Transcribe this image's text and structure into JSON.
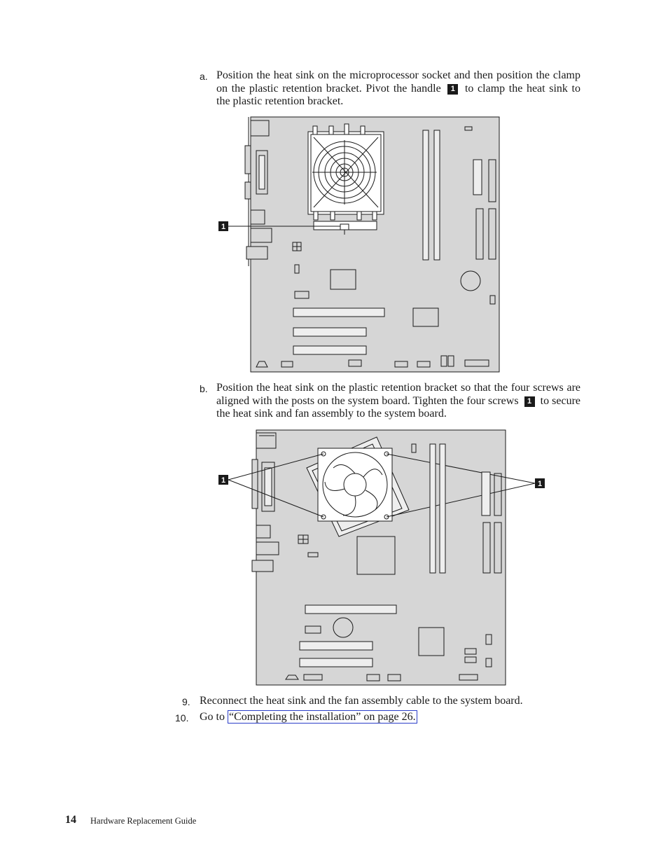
{
  "steps": {
    "a": {
      "marker": "a.",
      "text_before": "Position the heat sink on the microprocessor socket and then position the clamp on the plastic retention bracket. Pivot the handle",
      "callout": "1",
      "text_after": "to clamp the heat sink to the plastic retention bracket."
    },
    "b": {
      "marker": "b.",
      "text_before": "Position the heat sink on the plastic retention bracket so that the four screws are aligned with the posts on the system board. Tighten the four screws",
      "callout": "1",
      "text_after": "to secure the heat sink and fan assembly to the system board."
    },
    "step9": {
      "marker": "9.",
      "text": "Reconnect the heat sink and the fan assembly cable to the system board."
    },
    "step10": {
      "marker": "10.",
      "text_before": "Go to",
      "link": "“Completing the installation” on page 26."
    }
  },
  "figures": {
    "figure1": {
      "callout": "1"
    },
    "figure2": {
      "callout_left": "1",
      "callout_right": "1"
    }
  },
  "footer": {
    "page_number": "14",
    "title": "Hardware Replacement Guide"
  },
  "colors": {
    "board_fill": "#d6d6d6",
    "line": "#1a1a1a",
    "link_border": "#2b3ec9"
  }
}
